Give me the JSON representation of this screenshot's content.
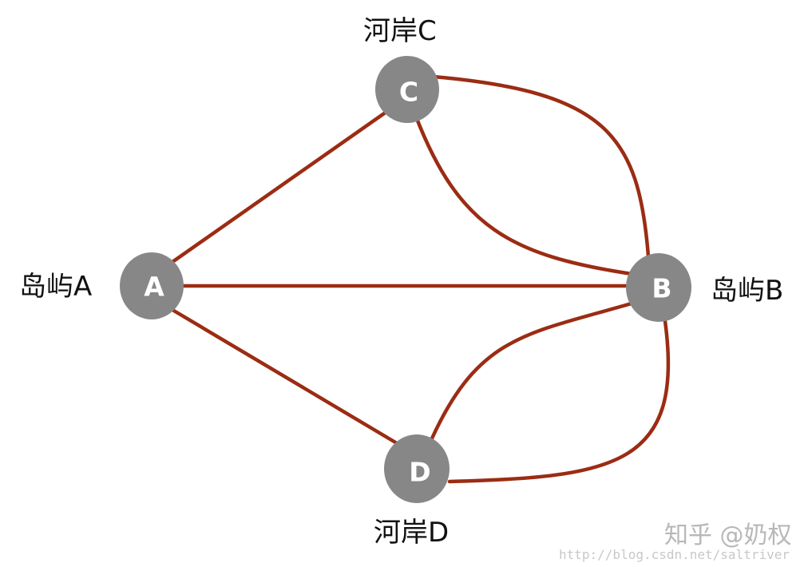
{
  "diagram": {
    "nodes": [
      {
        "id": "A",
        "letter": "A",
        "caption": "岛屿A"
      },
      {
        "id": "B",
        "letter": "B",
        "caption": "岛屿B"
      },
      {
        "id": "C",
        "letter": "C",
        "caption": "河岸C"
      },
      {
        "id": "D",
        "letter": "D",
        "caption": "河岸D"
      }
    ],
    "edges": [
      {
        "from": "A",
        "to": "C"
      },
      {
        "from": "A",
        "to": "B"
      },
      {
        "from": "A",
        "to": "D"
      },
      {
        "from": "C",
        "to": "B"
      },
      {
        "from": "C",
        "to": "B"
      },
      {
        "from": "D",
        "to": "B"
      },
      {
        "from": "D",
        "to": "B"
      }
    ],
    "colors": {
      "edge": "#9b2c13",
      "node_fill": "#878787",
      "node_letter": "#ffffff",
      "caption": "#111111"
    }
  },
  "watermark": {
    "source": "知乎 @奶权",
    "url": "http://blog.csdn.net/saltriver"
  }
}
